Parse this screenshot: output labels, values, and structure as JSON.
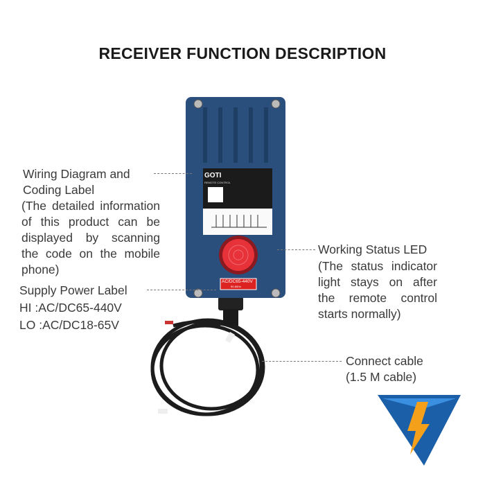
{
  "title": "RECEIVER FUNCTION DESCRIPTION",
  "left": {
    "wiring_title": [
      "Wiring Diagram and",
      "Coding Label"
    ],
    "wiring_desc": [
      "(The detailed information",
      "of this product can be",
      "displayed by scanning",
      "the code on the mobile",
      "phone)"
    ],
    "supply_title": "Supply Power Label",
    "supply_hi": "HI  :AC/DC65-440V",
    "supply_lo": "LO :AC/DC18-65V"
  },
  "right": {
    "led_title": "Working Status LED",
    "led_desc": [
      "(The status indicator",
      "light stays on after",
      "the remote control",
      "starts normally)"
    ],
    "cable_title": "Connect cable",
    "cable_desc": "(1.5 M cable)"
  },
  "device": {
    "brand": "GOTI",
    "subtitle": "REMOTE CONTROL",
    "power_label": "AC/DC65-440V",
    "freq": "50-60Hz"
  },
  "colors": {
    "device": "#2a4f7c",
    "led": "#e8323a",
    "logo_blue": "#1b5fa8",
    "logo_orange": "#f5a01a"
  }
}
